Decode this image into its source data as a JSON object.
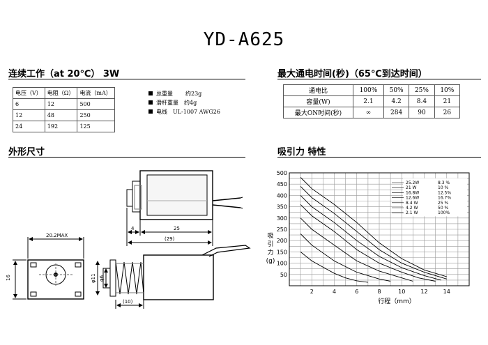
{
  "title": "YD-A625",
  "continuous": {
    "heading": "连续工作（at 20℃） 3W",
    "headers": [
      "电压（V）",
      "电阻（Ω）",
      "电流（mA）"
    ],
    "rows": [
      [
        "6",
        "12",
        "500"
      ],
      [
        "12",
        "48",
        "250"
      ],
      [
        "24",
        "192",
        "125"
      ]
    ]
  },
  "specs": [
    {
      "label": "总重量",
      "value": "约23g"
    },
    {
      "label": "滑杆重量",
      "value": "约4g"
    },
    {
      "label": "电线",
      "value": "UL-1007 AWG26"
    }
  ],
  "max_on": {
    "heading": "最大通电时间(秒)（65℃到达时间）",
    "rows": [
      [
        "通电比",
        "100%",
        "50%",
        "25%",
        "10%"
      ],
      [
        "容量(W)",
        "2.1",
        "4.2",
        "8.4",
        "21"
      ],
      [
        "最大ON时间(秒)",
        "∞",
        "284",
        "90",
        "26"
      ]
    ]
  },
  "dimensions": {
    "heading": "外形尺寸",
    "labels": {
      "d4": "4",
      "d25": "25",
      "d29": "(29)",
      "d20": "20.2MAX",
      "d16": "16",
      "d11": "φ11",
      "d6": "φ6",
      "d10": "(10)"
    }
  },
  "chart_heading": "吸引力 特性",
  "chart_data": {
    "type": "line",
    "xlabel": "行程（mm）",
    "ylabel": "吸引力(g)",
    "xlim": [
      0,
      16
    ],
    "ylim": [
      0,
      500
    ],
    "xticks": [
      "2",
      "4",
      "6",
      "8",
      "10",
      "12",
      "14"
    ],
    "yticks": [
      "50",
      "100",
      "150",
      "200",
      "250",
      "300",
      "350",
      "400",
      "450",
      "500"
    ],
    "grid": true,
    "legend": [
      {
        "watt": "25.2W",
        "duty": "8.3 %"
      },
      {
        "watt": "21 W",
        "duty": "10 %"
      },
      {
        "watt": "16.8W",
        "duty": "12.5%"
      },
      {
        "watt": "12.6W",
        "duty": "16.7%"
      },
      {
        "watt": "8.4 W",
        "duty": "25 %"
      },
      {
        "watt": "4.2 W",
        "duty": "50 %"
      },
      {
        "watt": "2.1 W",
        "duty": "100%"
      }
    ],
    "series": [
      {
        "name": "25.2W",
        "x": [
          1,
          2,
          4,
          6,
          8,
          10,
          12,
          14
        ],
        "y": [
          480,
          430,
          360,
          280,
          190,
          120,
          70,
          40
        ]
      },
      {
        "name": "21 W",
        "x": [
          1,
          2,
          4,
          6,
          8,
          10,
          12,
          14
        ],
        "y": [
          440,
          390,
          320,
          240,
          160,
          100,
          60,
          30
        ]
      },
      {
        "name": "16.8W",
        "x": [
          1,
          2,
          4,
          6,
          8,
          10,
          12,
          13.5
        ],
        "y": [
          400,
          350,
          280,
          200,
          130,
          80,
          45,
          25
        ]
      },
      {
        "name": "12.6W",
        "x": [
          1,
          2,
          4,
          6,
          8,
          10,
          11.5,
          13
        ],
        "y": [
          360,
          310,
          240,
          160,
          100,
          60,
          35,
          20
        ]
      },
      {
        "name": "8.4 W",
        "x": [
          1,
          2,
          4,
          6,
          8,
          10,
          11
        ],
        "y": [
          300,
          250,
          180,
          110,
          65,
          35,
          20
        ]
      },
      {
        "name": "4.2 W",
        "x": [
          1,
          2,
          4,
          6,
          8,
          9
        ],
        "y": [
          230,
          180,
          110,
          60,
          30,
          20
        ]
      },
      {
        "name": "2.1 W",
        "x": [
          1,
          2,
          4,
          5,
          6,
          7
        ],
        "y": [
          150,
          110,
          55,
          35,
          22,
          15
        ]
      }
    ]
  }
}
